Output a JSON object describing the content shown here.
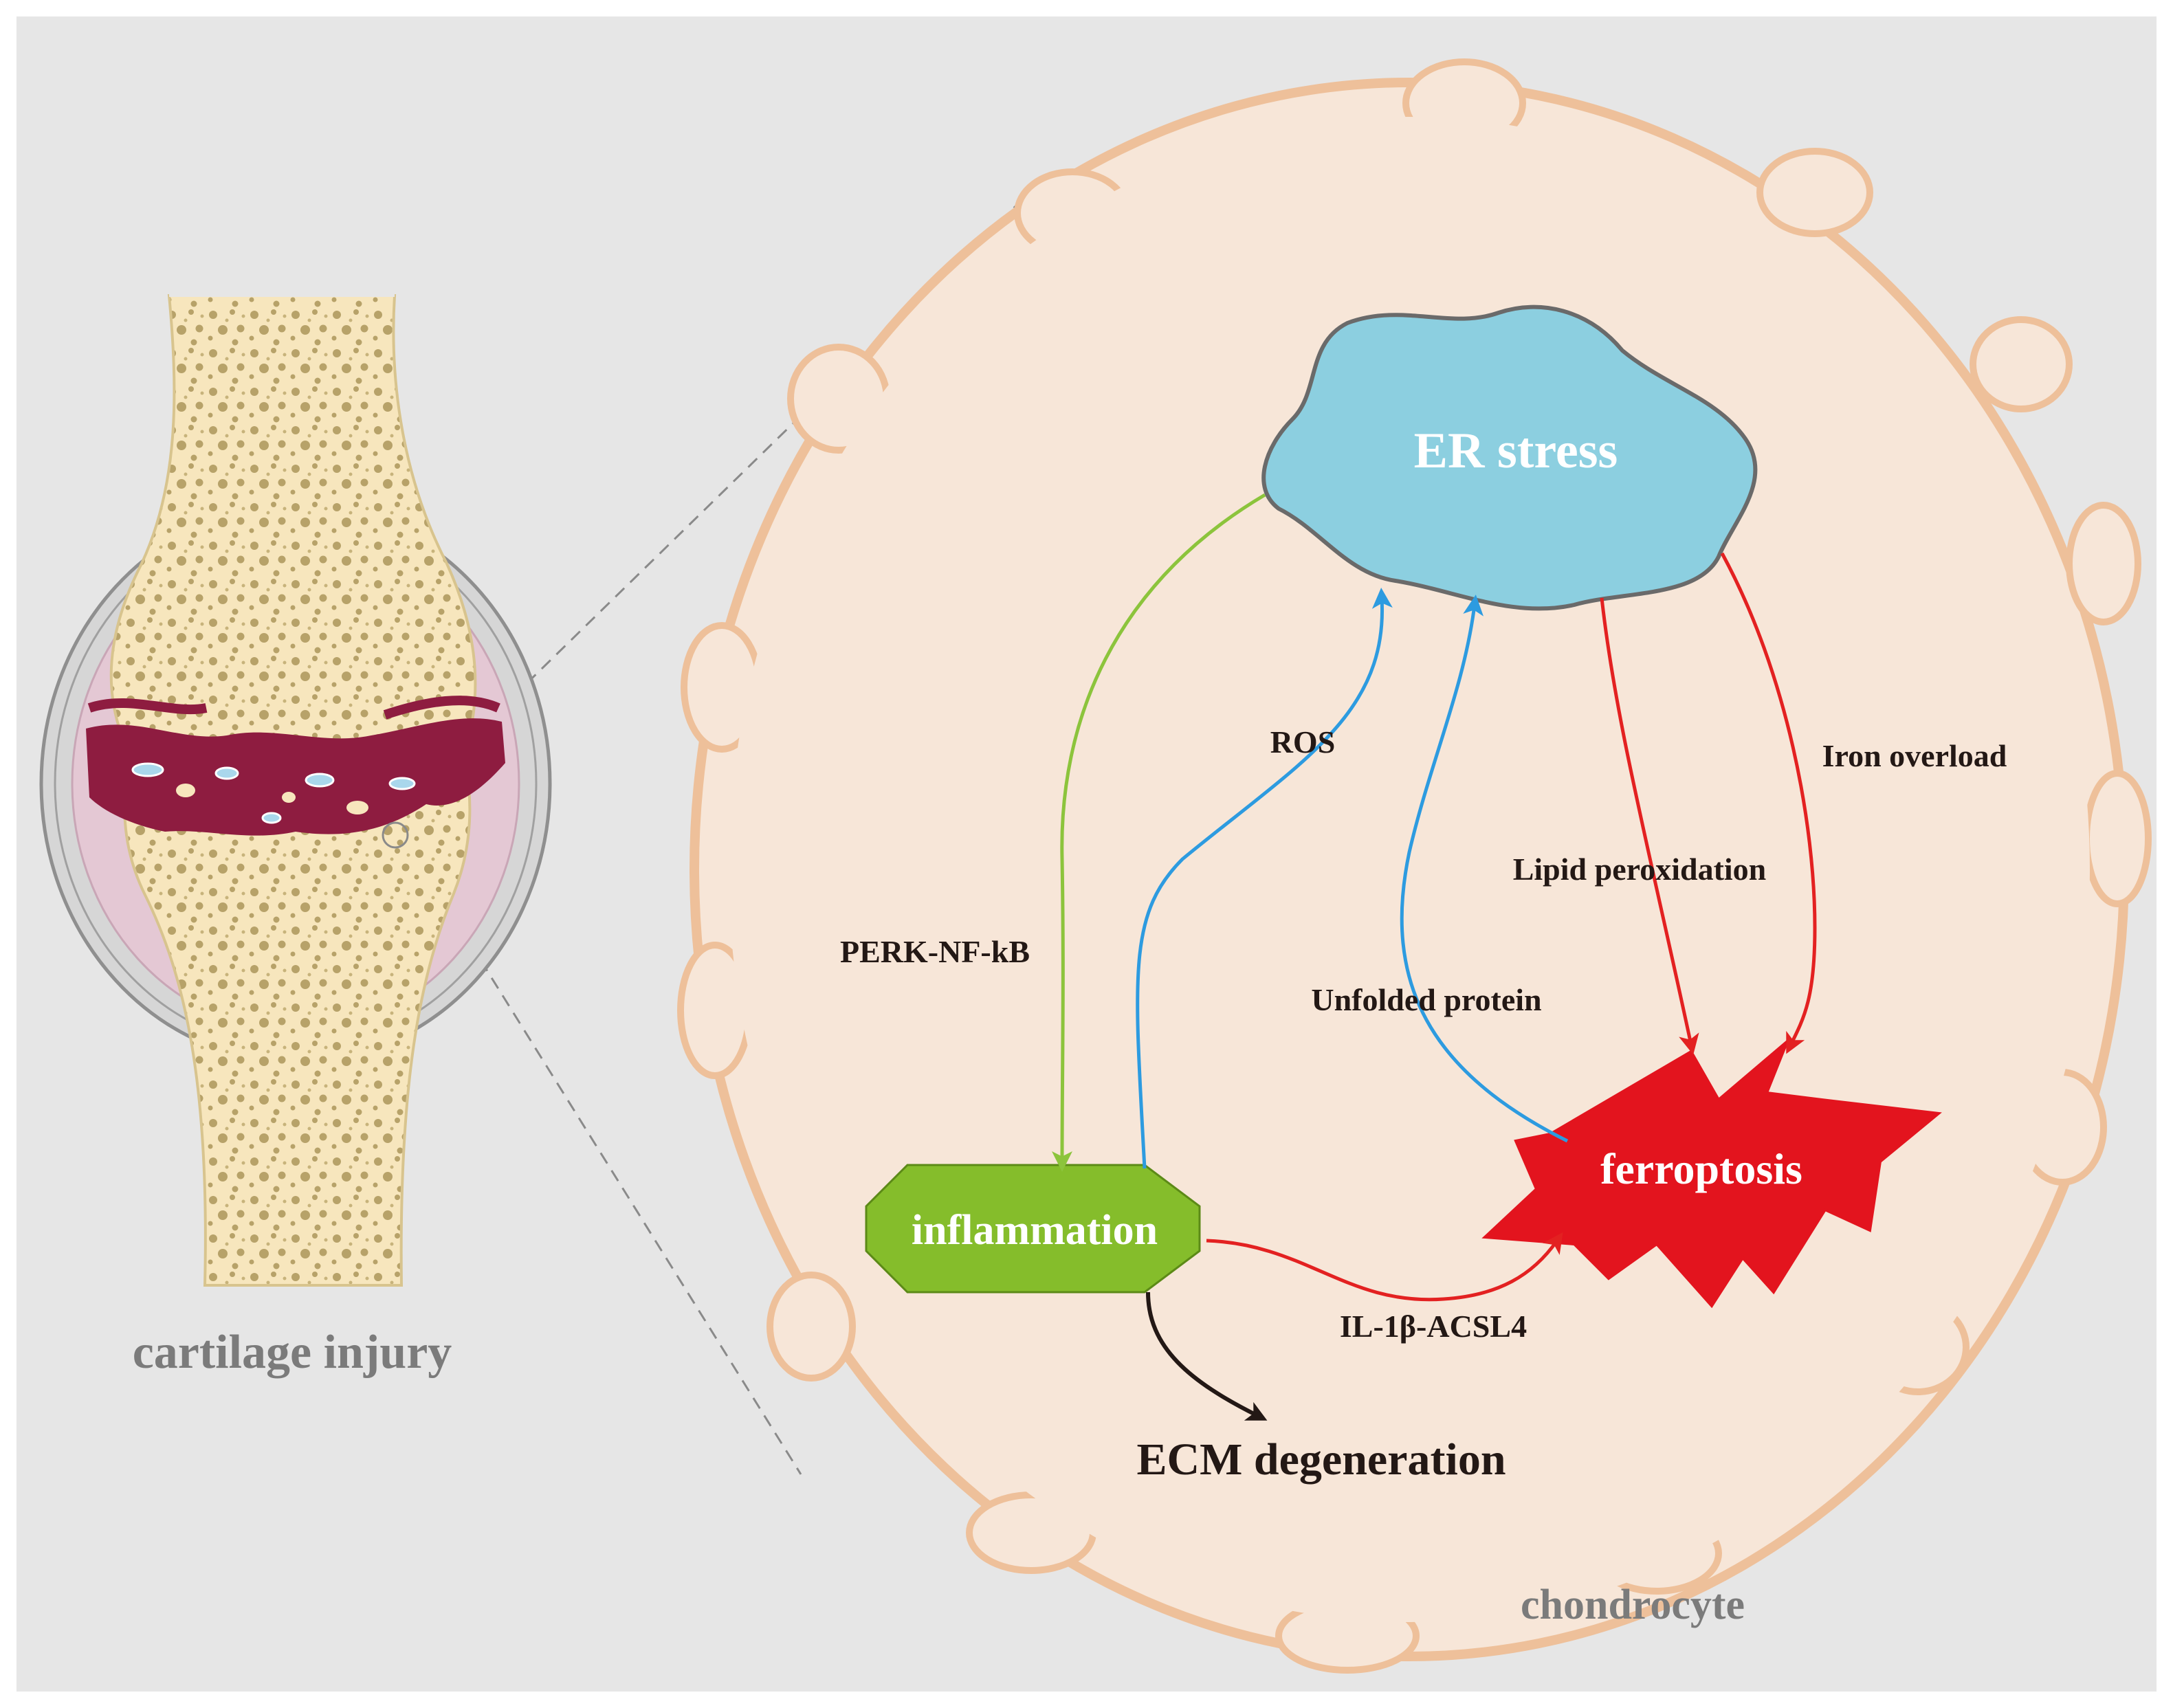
{
  "labels": {
    "er_stress": "ER stress",
    "ros": "ROS",
    "iron_overload": "Iron overload",
    "lipid_peroxidation": "Lipid peroxidation",
    "perk": "PERK-NF-kB",
    "unfolded_protein": "Unfolded protein",
    "ferroptosis": "ferroptosis",
    "inflammation": "inflammation",
    "il1b": "IL-1β-ACSL4",
    "ecm": "ECM degeneration",
    "cartilage_injury": "cartilage injury",
    "chondrocyte": "chondrocyte"
  },
  "colors": {
    "panel_background": "#e6e6e6",
    "cell_fill": "#f7e6d8",
    "cell_border": "#eec09a",
    "er_fill": "#8ccfe0",
    "er_border": "#6a6a6a",
    "inflammation_fill": "#85bd2b",
    "ferroptosis_fill": "#e3141e",
    "arrow_green": "#8cc43c",
    "arrow_blue": "#2d9be0",
    "arrow_red": "#e32121",
    "arrow_black": "#231815",
    "bone_fill": "#f7e6bd",
    "bone_pores": "#b09a60",
    "cartilage_damage": "#8e1c40",
    "synovium": "#e4c8d4",
    "caption_gray": "#7b7b7b"
  },
  "icons": [
    "joint-illustration-icon",
    "chondrocyte-cell-icon",
    "er-stress-blob-icon",
    "ferroptosis-starburst-icon",
    "inflammation-octagon-icon"
  ]
}
